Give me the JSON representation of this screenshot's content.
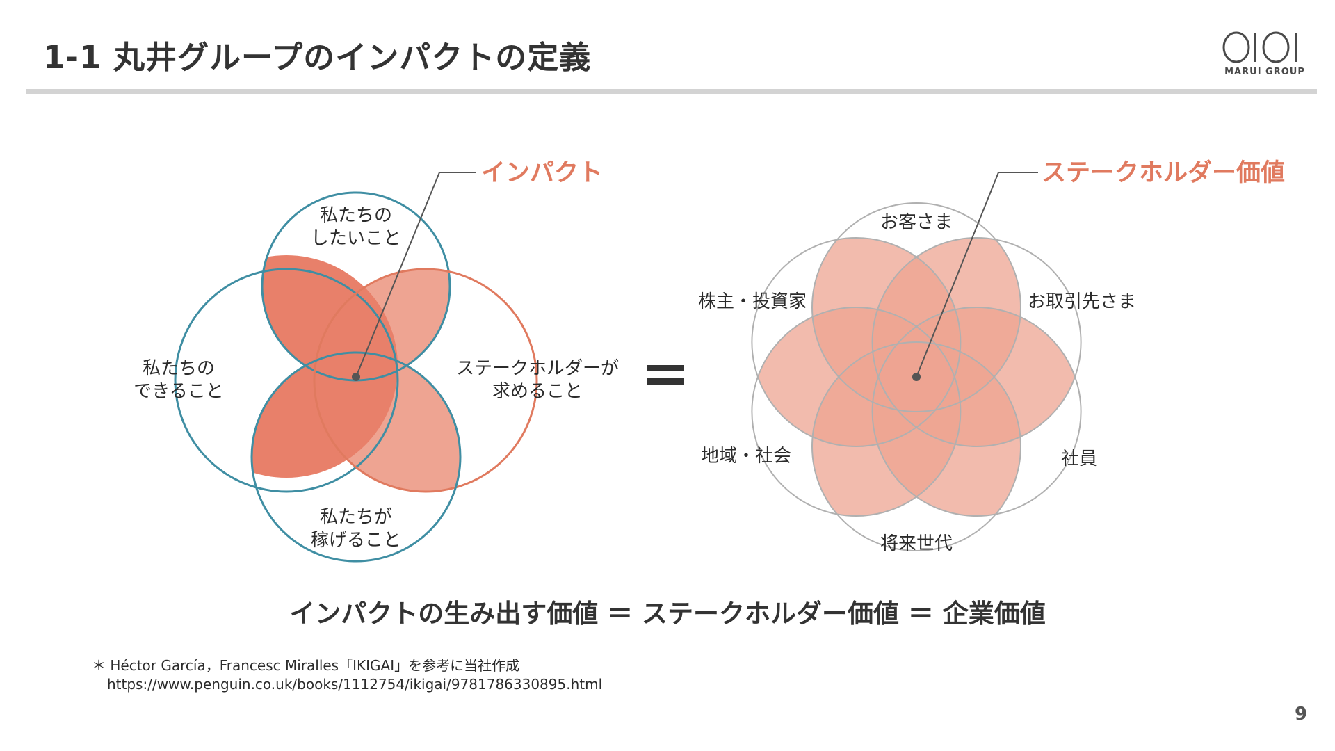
{
  "header": {
    "title": "1-1 丸井グループのインパクトの定義",
    "logo_text": "MARUI GROUP"
  },
  "left_diagram": {
    "callout": "インパクト",
    "circles": [
      {
        "line1": "私たちの",
        "line2": "したいこと"
      },
      {
        "line1": "私たちの",
        "line2": "できること"
      },
      {
        "line1": "ステークホルダーが",
        "line2": "求めること"
      },
      {
        "line1": "私たちが",
        "line2": "稼げること"
      }
    ]
  },
  "equals_sign": "=",
  "right_diagram": {
    "callout": "ステークホルダー価値",
    "stakeholders": [
      "お客さま",
      "お取引先さま",
      "社員",
      "将来世代",
      "地域・社会",
      "株主・投資家"
    ]
  },
  "equation": "インパクトの生み出す価値 ＝ ステークホルダー価値 ＝ 企業価値",
  "footnote": {
    "source": "＊ Héctor García，Francesc Miralles「IKIGAI」を参考に当社作成",
    "url": "https://www.penguin.co.uk/books/1112754/ikigai/9781786330895.html"
  },
  "page_number": "9",
  "colors": {
    "teal_circle": "#3f8ea3",
    "coral_circle": "#e07a5f",
    "petal_light": "#eea492",
    "petal_dark": "#e8806a",
    "grey_circle": "#b0b0b0",
    "accent_text": "#e07a5f"
  }
}
